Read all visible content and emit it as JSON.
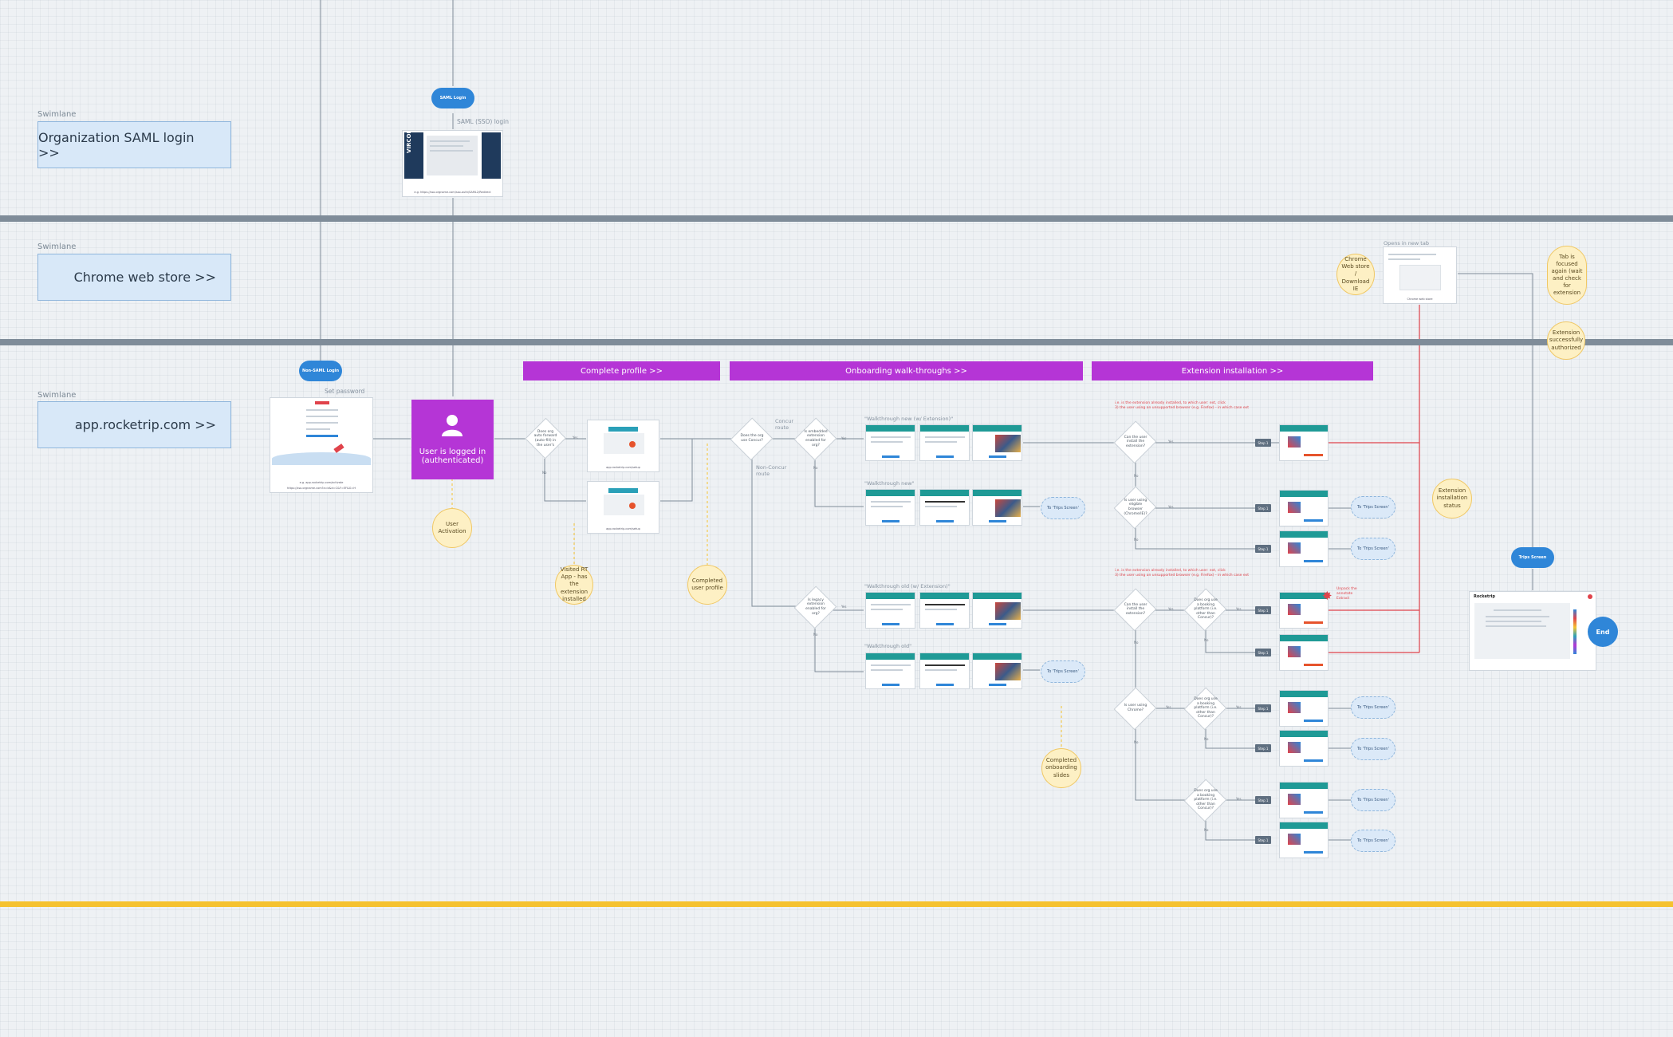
{
  "colors": {
    "lane_box": "#d8e8f8",
    "pill_blue": "#2f86d8",
    "section_purple": "#b535d6",
    "divider_grey": "#7f8c99",
    "divider_yellow": "#f5c230",
    "note_yellow": "#fdf0c4",
    "error_red": "#e0434b"
  },
  "swimlanes": [
    {
      "small": "Swimlane",
      "title": "Organization SAML login >>"
    },
    {
      "small": "Swimlane",
      "title": "Chrome web store >>"
    },
    {
      "small": "Swimlane",
      "title": "app.rocketrip.com >>"
    }
  ],
  "pills": {
    "saml_login": "SAML Login",
    "non_saml_login": "Non-SAML Login",
    "trips_screen": "Trips Screen"
  },
  "labels": {
    "saml_sso_login": "SAML (SSO) login",
    "set_password": "Set password",
    "opens_new_tab": "Opens in new tab",
    "concur_route": "Concur route",
    "non_concur_route": "Non-Concur route",
    "walk_new_ext": "\"Walkthrough new (w/ Extension)\"",
    "walk_new": "\"Walkthrough new\"",
    "walk_old_ext": "\"Walkthrough old (w/ Extension)\"",
    "walk_old": "\"Walkthrough old\"",
    "red_note_1a": "i.e. is the extension already installed, to which user: ext, click",
    "red_note_1b": "3) the user using an unsupported browser (e.g. Firefox) - in which case ext",
    "red_note_2a": "i.e. is the extension already installed, to which user: ext, click",
    "red_note_2b": "3) the user using an unsupported browser (e.g. Firefox) - in which case ext",
    "unpack_note": "Unpack the annotate Extract"
  },
  "sections": [
    "Complete profile >>",
    "Onboarding walk-throughs >>",
    "Extension installation >>"
  ],
  "user_box": {
    "line1": "User is logged in",
    "line2": "(authenticated)",
    "icon": "user-icon"
  },
  "circles": {
    "user_activation": "User Activation",
    "visited_rt": "Visited RT App - has the extension installed",
    "completed_profile": "Completed user profile",
    "completed_onboarding": "Completed onboarding slides",
    "chrome_store": "Chrome Web store / Download IE",
    "tab_focused": "Tab is focused again (wait and check for extension",
    "ext_authorized": "Extension successfully authorized",
    "ext_status": "Extension installation status"
  },
  "diamonds": {
    "org_auto_forward": "Does org auto forward (auto-fill) in the user's",
    "org_concur": "Does the org use Concur?",
    "embedded_ext": "Is embedded extension enabled for org?",
    "legacy_ext": "Is legacy extension enabled for org?",
    "can_install_1": "Can the user install the extension?",
    "supported_browser": "Is user using eligible browser (Chrome/IE)?",
    "can_install_2": "Can the user install the extension?",
    "booking_platform_1": "Does org use a booking platform (i.e. other than Concur)?",
    "user_chrome": "Is user using Chrome?",
    "booking_platform_2": "Does org use a booking platform (i.e. other than Concur)?",
    "booking_platform_3": "Does org use a booking platform (i.e. other than Concur)?"
  },
  "yes": "Yes",
  "no": "No",
  "screenshots": {
    "saml_caption": "e.g. https://sso.orgname.com/sso-auth/SAML2/Redirect",
    "vircom": "VIRCOM",
    "login_caption_a": "e.g. app.rocketrip.com/activate",
    "login_caption_b": "https://sso.orgname.com?a=b&d=C&F=EF&G=H",
    "profile_caption_1": "app.rocketrip.com/setup",
    "profile_caption_2": "app.rocketrip.com/setup",
    "chrome_caption": "Chrome web store",
    "final_title": "Rocketrip"
  },
  "step_tag": "Step 1",
  "trips_screen_dashed": "To 'Trips Screen'",
  "end_label": "End"
}
